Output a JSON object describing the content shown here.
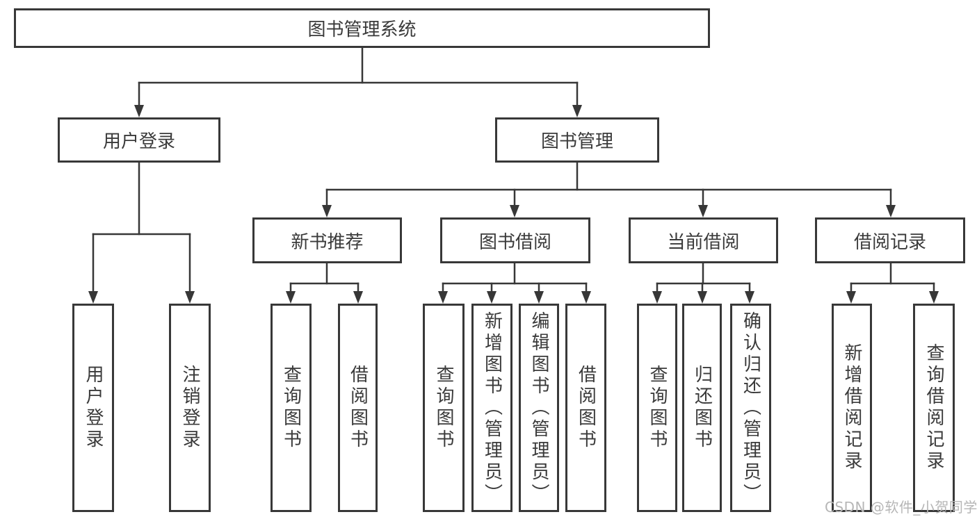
{
  "tree": {
    "label": "图书管理系统",
    "children": [
      {
        "label": "用户登录",
        "children": [
          {
            "label": "用户登录"
          },
          {
            "label": "注销登录"
          }
        ]
      },
      {
        "label": "图书管理",
        "children": [
          {
            "label": "新书推荐",
            "children": [
              {
                "label": "查询图书"
              },
              {
                "label": "借阅图书"
              }
            ]
          },
          {
            "label": "图书借阅",
            "children": [
              {
                "label": "查询图书"
              },
              {
                "label": "新增图书（管理员）"
              },
              {
                "label": "编辑图书（管理员）"
              },
              {
                "label": "借阅图书"
              }
            ]
          },
          {
            "label": "当前借阅",
            "children": [
              {
                "label": "查询图书"
              },
              {
                "label": "归还图书"
              },
              {
                "label": "确认归还（管理员）"
              }
            ]
          },
          {
            "label": "借阅记录",
            "children": [
              {
                "label": "新增借阅记录"
              },
              {
                "label": "查询借阅记录"
              }
            ]
          }
        ]
      }
    ]
  },
  "watermark": {
    "text": "CSDN @软件_小贺同学"
  },
  "colors": {
    "line": "#373737",
    "box_border": "#383838",
    "box_fill": "#ffffff",
    "text": "#3a3a3a",
    "watermark": "#b6b6b6"
  }
}
